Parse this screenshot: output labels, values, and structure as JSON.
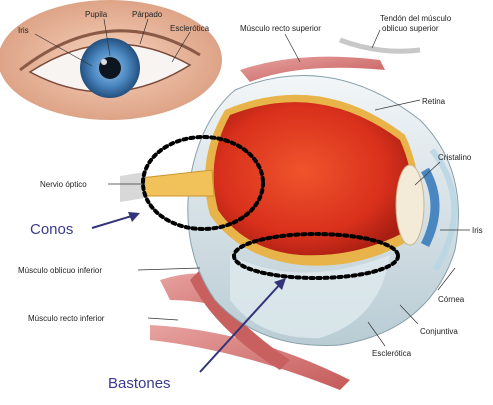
{
  "labels": {
    "iris_top": "Iris",
    "pupila": "Pupila",
    "parpado": "Párpado",
    "esclerotica_top": "Esclerótica",
    "musculo_recto_superior": "Músculo recto superior",
    "tendon": "Tendón del músculo",
    "tendon_line2": "oblicuo superior",
    "retina": "Retina",
    "cristalino": "Cristalino",
    "nervio_optico": "Nervio óptico",
    "iris_right": "Iris",
    "musculo_oblicuo_inferior": "Músculo oblicuo inferior",
    "cornea": "Córnea",
    "musculo_recto_inferior": "Músculo recto inferior",
    "conjuntiva": "Conjuntiva",
    "esclerotica_bottom": "Esclerótica"
  },
  "callouts": {
    "conos": "Conos",
    "bastones": "Bastones"
  },
  "colors": {
    "retina_red": "#d8301c",
    "iris_blue": "#4a86c0",
    "callout_text": "#3a3a8c"
  }
}
